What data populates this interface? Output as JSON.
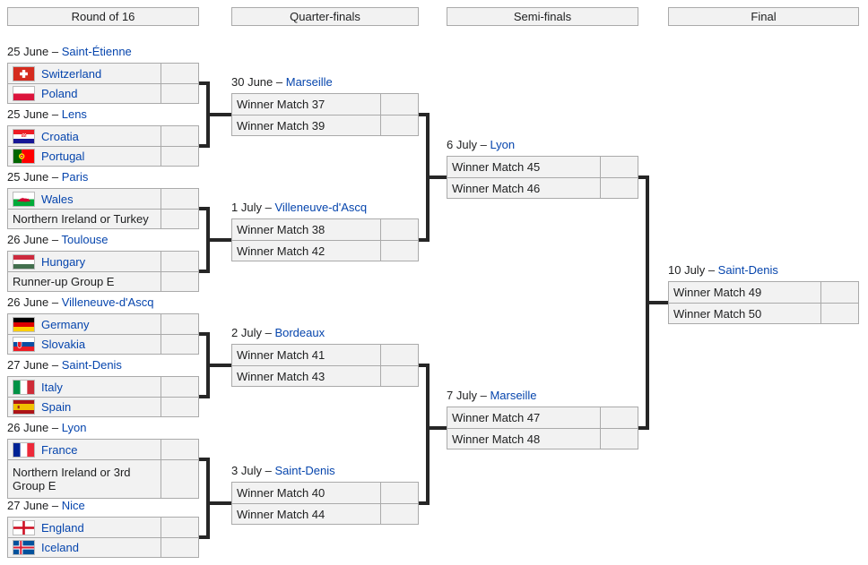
{
  "ui": {
    "separator": " – "
  },
  "colors": {
    "link": "#0645ad",
    "cell_background": "#f2f2f2",
    "cell_border": "#aaaaaa",
    "connector_line": "#262626",
    "page_background": "#ffffff"
  },
  "headers": [
    {
      "label": "Round of 16"
    },
    {
      "label": "Quarter-finals"
    },
    {
      "label": "Semi-finals"
    },
    {
      "label": "Final"
    }
  ],
  "rounds": [
    {
      "key": "round-of-16",
      "matches": [
        {
          "date": "25 June",
          "venue": "Saint-Étienne",
          "slots": [
            {
              "name": "Switzerland",
              "flag": "switzerland",
              "is_link": true,
              "score": ""
            },
            {
              "name": "Poland",
              "flag": "poland",
              "is_link": true,
              "score": ""
            }
          ]
        },
        {
          "date": "25 June",
          "venue": "Lens",
          "slots": [
            {
              "name": "Croatia",
              "flag": "croatia",
              "is_link": true,
              "score": ""
            },
            {
              "name": "Portugal",
              "flag": "portugal",
              "is_link": true,
              "score": ""
            }
          ]
        },
        {
          "date": "25 June",
          "venue": "Paris",
          "slots": [
            {
              "name": "Wales",
              "flag": "wales",
              "is_link": true,
              "score": ""
            },
            {
              "name": "Northern Ireland or Turkey",
              "flag": null,
              "is_link": false,
              "score": ""
            }
          ]
        },
        {
          "date": "26 June",
          "venue": "Toulouse",
          "slots": [
            {
              "name": "Hungary",
              "flag": "hungary",
              "is_link": true,
              "score": ""
            },
            {
              "name": "Runner-up Group E",
              "flag": null,
              "is_link": false,
              "score": ""
            }
          ]
        },
        {
          "date": "26 June",
          "venue": "Villeneuve-d'Ascq",
          "slots": [
            {
              "name": "Germany",
              "flag": "germany",
              "is_link": true,
              "score": ""
            },
            {
              "name": "Slovakia",
              "flag": "slovakia",
              "is_link": true,
              "score": ""
            }
          ]
        },
        {
          "date": "27 June",
          "venue": "Saint-Denis",
          "slots": [
            {
              "name": "Italy",
              "flag": "italy",
              "is_link": true,
              "score": ""
            },
            {
              "name": "Spain",
              "flag": "spain",
              "is_link": true,
              "score": ""
            }
          ]
        },
        {
          "date": "26 June",
          "venue": "Lyon",
          "slots": [
            {
              "name": "France",
              "flag": "france",
              "is_link": true,
              "score": ""
            },
            {
              "name": "Northern Ireland or 3rd Group E",
              "flag": null,
              "is_link": false,
              "score": ""
            }
          ]
        },
        {
          "date": "27 June",
          "venue": "Nice",
          "slots": [
            {
              "name": "England",
              "flag": "england",
              "is_link": true,
              "score": ""
            },
            {
              "name": "Iceland",
              "flag": "iceland",
              "is_link": true,
              "score": ""
            }
          ]
        }
      ]
    },
    {
      "key": "quarter-finals",
      "matches": [
        {
          "date": "30 June",
          "venue": "Marseille",
          "slots": [
            {
              "name": "Winner Match 37",
              "flag": null,
              "is_link": false,
              "score": ""
            },
            {
              "name": "Winner Match 39",
              "flag": null,
              "is_link": false,
              "score": ""
            }
          ]
        },
        {
          "date": "1 July",
          "venue": "Villeneuve-d'Ascq",
          "slots": [
            {
              "name": "Winner Match 38",
              "flag": null,
              "is_link": false,
              "score": ""
            },
            {
              "name": "Winner Match 42",
              "flag": null,
              "is_link": false,
              "score": ""
            }
          ]
        },
        {
          "date": "2 July",
          "venue": "Bordeaux",
          "slots": [
            {
              "name": "Winner Match 41",
              "flag": null,
              "is_link": false,
              "score": ""
            },
            {
              "name": "Winner Match 43",
              "flag": null,
              "is_link": false,
              "score": ""
            }
          ]
        },
        {
          "date": "3 July",
          "venue": "Saint-Denis",
          "slots": [
            {
              "name": "Winner Match 40",
              "flag": null,
              "is_link": false,
              "score": ""
            },
            {
              "name": "Winner Match 44",
              "flag": null,
              "is_link": false,
              "score": ""
            }
          ]
        }
      ]
    },
    {
      "key": "semi-finals",
      "matches": [
        {
          "date": "6 July",
          "venue": "Lyon",
          "slots": [
            {
              "name": "Winner Match 45",
              "flag": null,
              "is_link": false,
              "score": ""
            },
            {
              "name": "Winner Match 46",
              "flag": null,
              "is_link": false,
              "score": ""
            }
          ]
        },
        {
          "date": "7 July",
          "venue": "Marseille",
          "slots": [
            {
              "name": "Winner Match 47",
              "flag": null,
              "is_link": false,
              "score": ""
            },
            {
              "name": "Winner Match 48",
              "flag": null,
              "is_link": false,
              "score": ""
            }
          ]
        }
      ]
    },
    {
      "key": "final",
      "matches": [
        {
          "date": "10 July",
          "venue": "Saint-Denis",
          "slots": [
            {
              "name": "Winner Match 49",
              "flag": null,
              "is_link": false,
              "score": ""
            },
            {
              "name": "Winner Match 50",
              "flag": null,
              "is_link": false,
              "score": ""
            }
          ]
        }
      ]
    }
  ]
}
